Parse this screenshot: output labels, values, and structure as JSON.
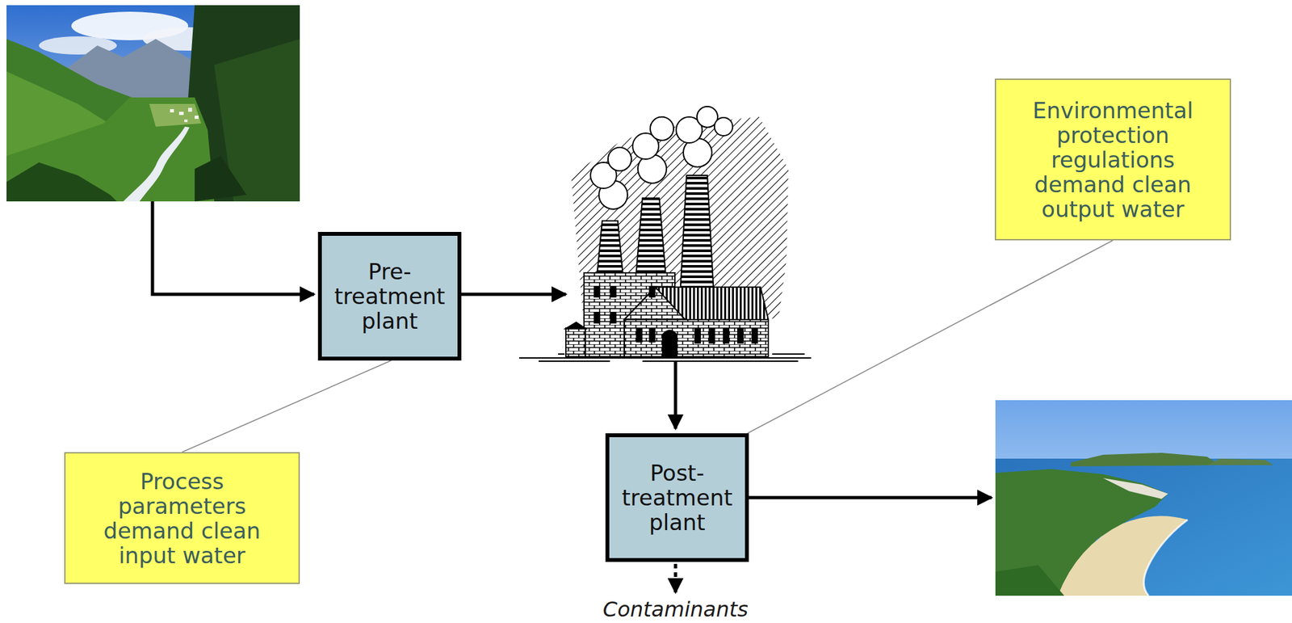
{
  "diagram": {
    "nodes": [
      {
        "text": [
          "Pre- treatment plant"
        ]
      },
      {
        "text": [
          "Process parameters demand clean input water"
        ]
      },
      {
        "text": [
          "Post- treatment plant"
        ]
      },
      {
        "text": [
          "Environmental protection regulations demand clean output water"
        ]
      }
    ],
    "edges": [
      {
        "from": 1,
        "to": 0,
        "arrow": "none"
      },
      {
        "from": 3,
        "to": 2,
        "arrow": "none"
      }
    ],
    "labels": [
      "Contaminants"
    ]
  }
}
